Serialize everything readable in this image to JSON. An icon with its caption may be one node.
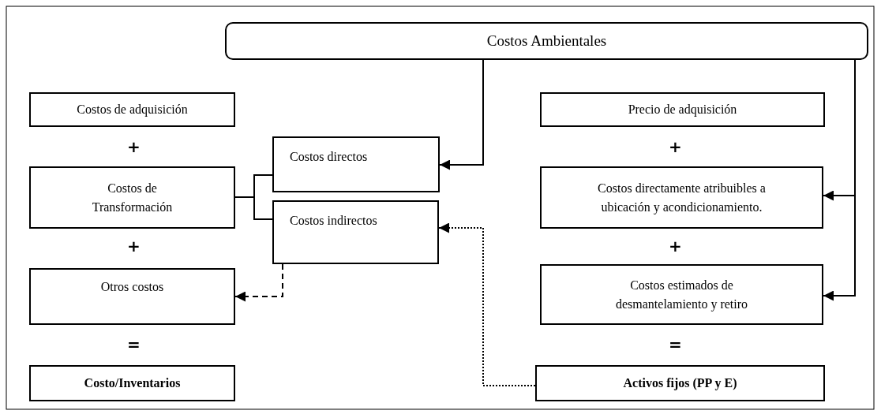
{
  "diagram": {
    "nodes": [
      {
        "text": [
          "Costos Ambientales"
        ]
      },
      {
        "text": [
          "Costos de adquisición"
        ]
      },
      {
        "text": [
          "Costos de Transformación"
        ]
      },
      {
        "text": [
          "Otros costos"
        ]
      },
      {
        "text": [
          "Costo/Inventarios"
        ]
      },
      {
        "text": [
          "Costos directos"
        ]
      },
      {
        "text": [
          "Costos indirectos"
        ]
      },
      {
        "text": [
          "Precio de adquisición"
        ]
      },
      {
        "text": [
          "Costos directamente atribuibles a ubicación y acondicionamiento."
        ]
      },
      {
        "text": [
          "Costos estimados de desmantelamiento y retiro"
        ]
      },
      {
        "text": [
          "Activos fijos (PP y E)"
        ]
      }
    ],
    "edges": [
      {
        "from": 0,
        "to": 5,
        "arrow": "to"
      },
      {
        "from": 0,
        "to": 8,
        "arrow": "to"
      },
      {
        "from": 0,
        "to": 9,
        "arrow": "to"
      },
      {
        "from": 2,
        "to": 5,
        "arrow": "none"
      },
      {
        "from": 2,
        "to": 6,
        "arrow": "none"
      },
      {
        "from": 6,
        "to": 3,
        "arrow": "to",
        "style": "dashed"
      },
      {
        "from": 10,
        "to": 6,
        "arrow": "to",
        "style": "dashed"
      }
    ],
    "labels": [
      "+",
      "+",
      "+",
      "+",
      "=",
      "="
    ]
  }
}
